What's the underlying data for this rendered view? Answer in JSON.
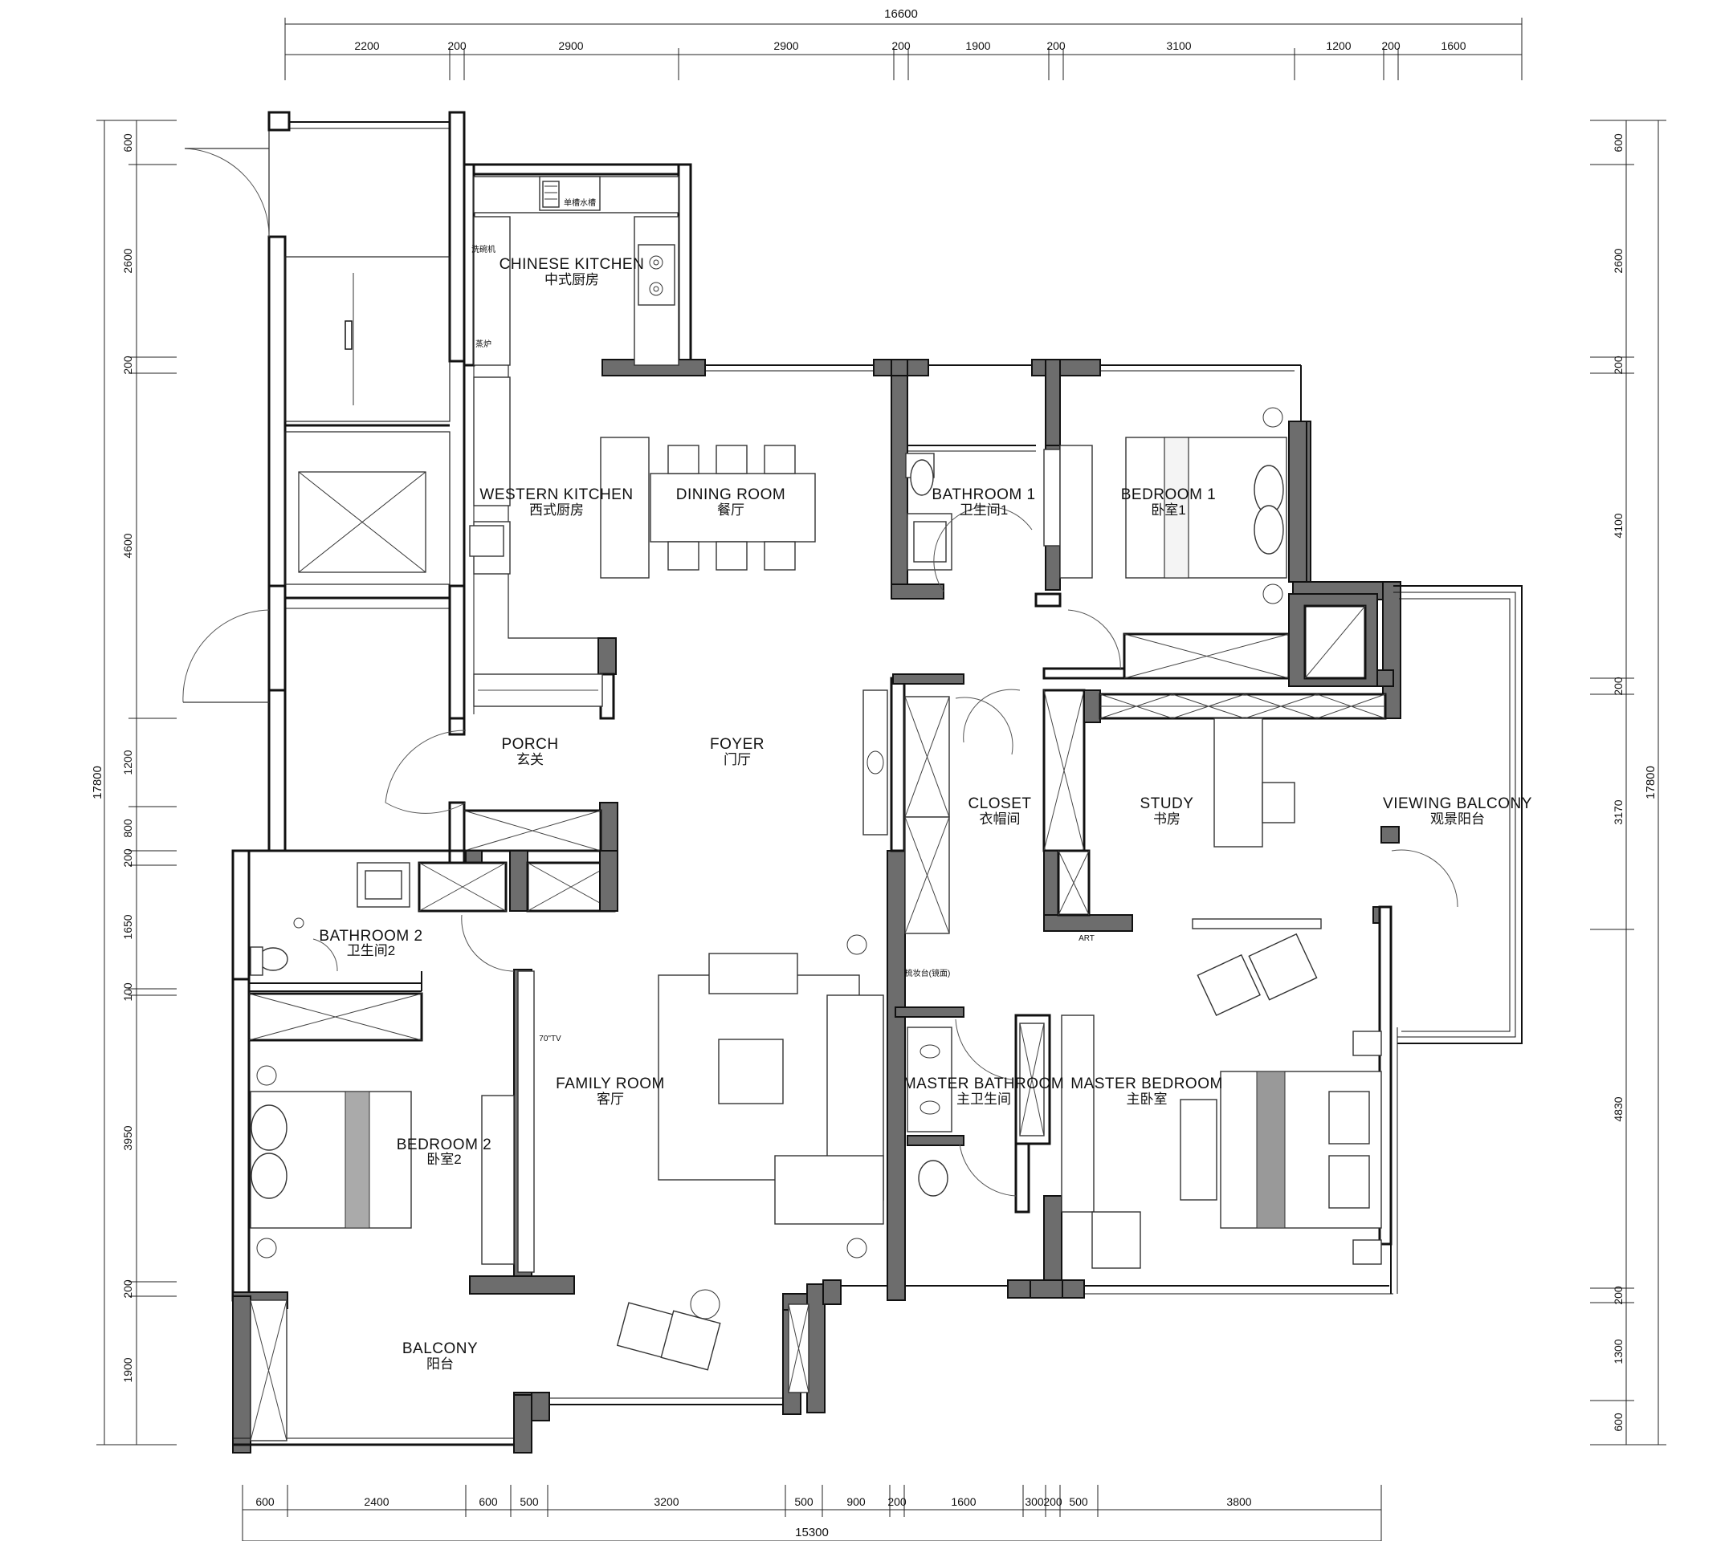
{
  "dimensions": {
    "top_total": "16600",
    "top_segments": [
      "2200",
      "200",
      "2900",
      "2900",
      "200",
      "1900",
      "200",
      "3100",
      "1200",
      "200",
      "1600"
    ],
    "bottom_total": "15300",
    "bottom_segments": [
      "600",
      "2400",
      "600",
      "500",
      "3200",
      "500",
      "900",
      "200",
      "1600",
      "300",
      "200",
      "500",
      "3800"
    ],
    "left_total": "17800",
    "left_segments": [
      "600",
      "2600",
      "200",
      "4600",
      "1200",
      "800",
      "200",
      "1650",
      "100",
      "3950",
      "200",
      "1900"
    ],
    "right_total": "17800",
    "right_segments": [
      "600",
      "2600",
      "200",
      "4100",
      "200",
      "3170",
      "4830",
      "200",
      "1300",
      "600"
    ]
  },
  "rooms": {
    "chinese_kitchen": {
      "en": "CHINESE KITCHEN",
      "cn": "中式厨房"
    },
    "western_kitchen": {
      "en": "WESTERN KITCHEN",
      "cn": "西式厨房"
    },
    "dining_room": {
      "en": "DINING ROOM",
      "cn": "餐厅"
    },
    "bathroom_1": {
      "en": "BATHROOM 1",
      "cn": "卫生间1"
    },
    "bedroom_1": {
      "en": "BEDROOM 1",
      "cn": "卧室1"
    },
    "porch": {
      "en": "PORCH",
      "cn": "玄关"
    },
    "foyer": {
      "en": "FOYER",
      "cn": "门厅"
    },
    "closet": {
      "en": "CLOSET",
      "cn": "衣帽间"
    },
    "study": {
      "en": "STUDY",
      "cn": "书房"
    },
    "viewing_balcony": {
      "en": "VIEWING BALCONY",
      "cn": "观景阳台"
    },
    "bathroom_2": {
      "en": "BATHROOM 2",
      "cn": "卫生间2"
    },
    "family_room": {
      "en": "FAMILY ROOM",
      "cn": "客厅"
    },
    "master_bathroom": {
      "en": "MASTER BATHROOM",
      "cn": "主卫生间"
    },
    "master_bedroom": {
      "en": "MASTER BEDROOM",
      "cn": "主卧室"
    },
    "bedroom_2": {
      "en": "BEDROOM 2",
      "cn": "卧室2"
    },
    "balcony": {
      "en": "BALCONY",
      "cn": "阳台"
    }
  },
  "notes": {
    "sink": "单槽水槽",
    "dishwasher": "洗碗机",
    "oven": "蒸炉",
    "tv": "70\"TV",
    "art": "ART",
    "vanity": "梳妆台(镜面)"
  }
}
